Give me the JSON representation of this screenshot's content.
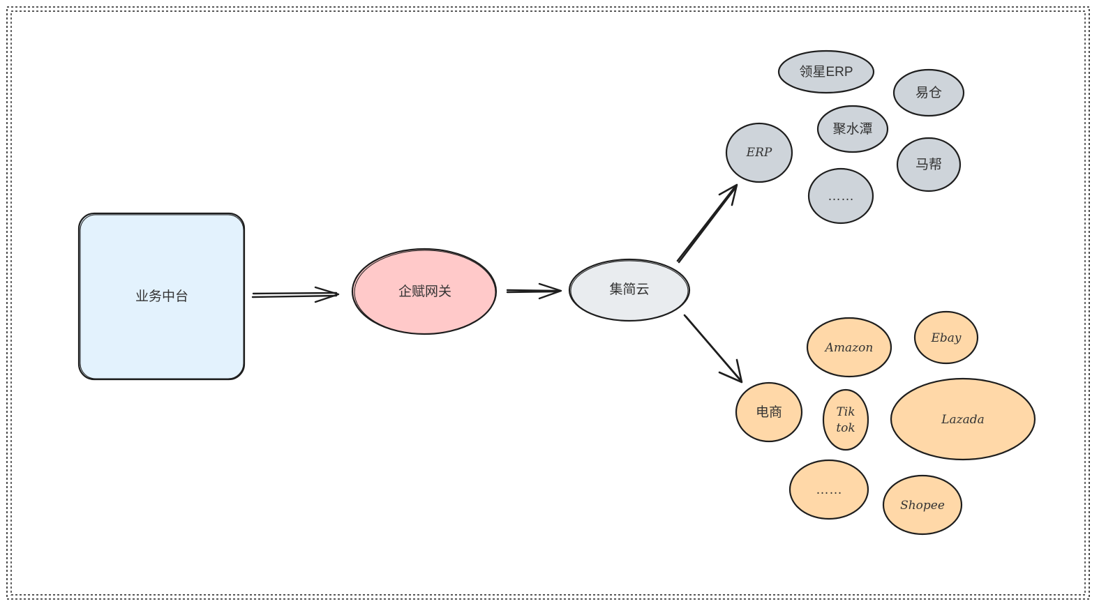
{
  "nodes": {
    "business_platform": {
      "label": "业务中台",
      "fill": "#e3f2fd"
    },
    "qifu_gateway": {
      "label": "企赋网关",
      "fill": "#ffc9c9"
    },
    "jijian_cloud": {
      "label": "集简云",
      "fill": "#e9ecef"
    },
    "erp_hub": {
      "label": "ERP",
      "fill": "#ced4da"
    },
    "lingxing_erp": {
      "label": "领星ERP",
      "fill": "#ced4da"
    },
    "yicang": {
      "label": "易仓",
      "fill": "#ced4da"
    },
    "jushuitan": {
      "label": "聚水潭",
      "fill": "#ced4da"
    },
    "mabang": {
      "label": "马帮",
      "fill": "#ced4da"
    },
    "erp_more": {
      "label": "……",
      "fill": "#ced4da"
    },
    "ecommerce_hub": {
      "label": "电商",
      "fill": "#ffd8a8"
    },
    "amazon": {
      "label": "Amazon",
      "fill": "#ffd8a8"
    },
    "ebay": {
      "label": "Ebay",
      "fill": "#ffd8a8"
    },
    "tiktok": {
      "label_line1": "Tik",
      "label_line2": "tok",
      "fill": "#ffd8a8"
    },
    "lazada": {
      "label": "Lazada",
      "fill": "#ffd8a8"
    },
    "shopee": {
      "label": "Shopee",
      "fill": "#ffd8a8"
    },
    "ecommerce_more": {
      "label": "……",
      "fill": "#ffd8a8"
    }
  }
}
